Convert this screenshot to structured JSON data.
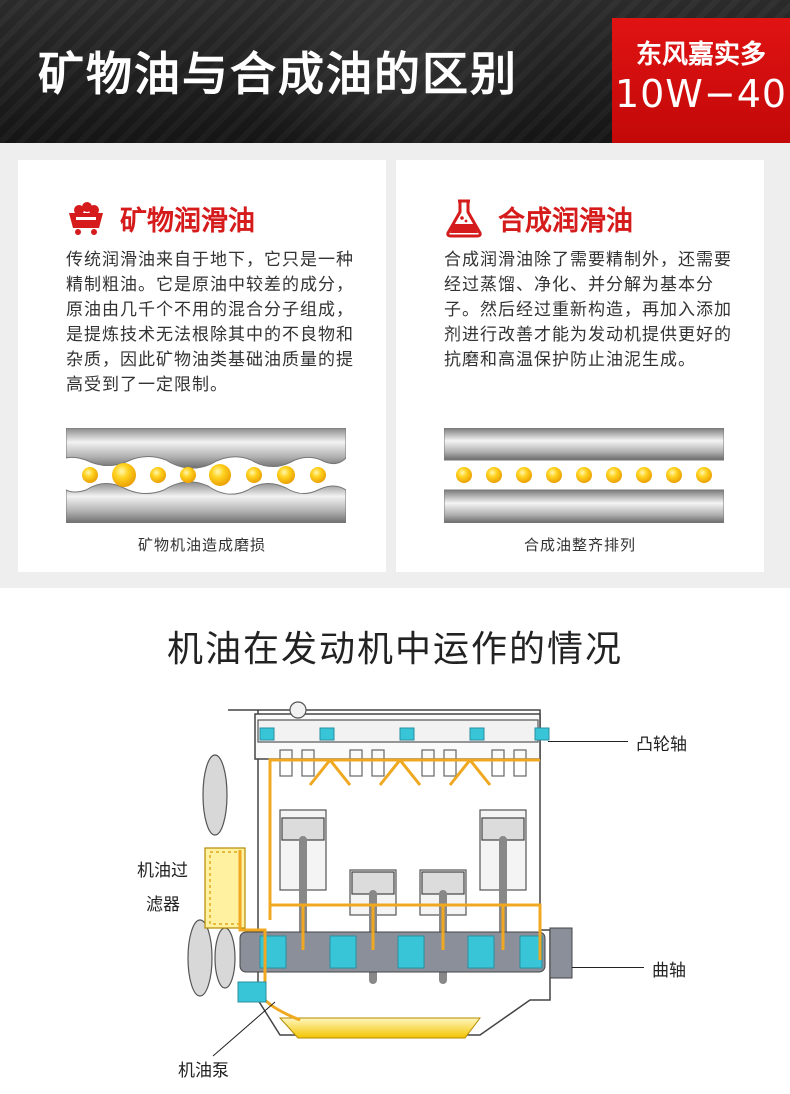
{
  "header": {
    "title": "矿物油与合成油的区别",
    "brand": "东风嘉实多",
    "viscosity": "10W−40"
  },
  "mineral": {
    "title": "矿物润滑油",
    "icon": "mine-cart-icon",
    "body": "传统润滑油来自于地下，它只是一种精制粗油。它是原油中较差的成分，原油由几千个不用的混合分子组成，是提炼技术无法根除其中的不良物和杂质，因此矿物油类基础油质量的提高受到了一定限制。",
    "caption": "矿物机油造成磨损"
  },
  "synthetic": {
    "title": "合成润滑油",
    "icon": "flask-icon",
    "body": "合成润滑油除了需要精制外，还需要经过蒸馏、净化、并分解为基本分子。然后经过重新构造，再加入添加剂进行改善才能为发动机提供更好的抗磨和高温保护防止油泥生成。",
    "caption": "合成油整齐排列"
  },
  "engine": {
    "title": "机油在发动机中运作的情况",
    "labels": {
      "camshaft": "凸轮轴",
      "filter_line1": "机油过",
      "filter_line2": "滤器",
      "crankshaft": "曲轴",
      "pump": "机油泵"
    }
  },
  "colors": {
    "header_dark": "#1c1c1c",
    "brand_red": "#d51b1b",
    "oil_yellow": "#f5c400",
    "oil_cyan": "#38c5d8",
    "oil_path": "#f0a820"
  }
}
